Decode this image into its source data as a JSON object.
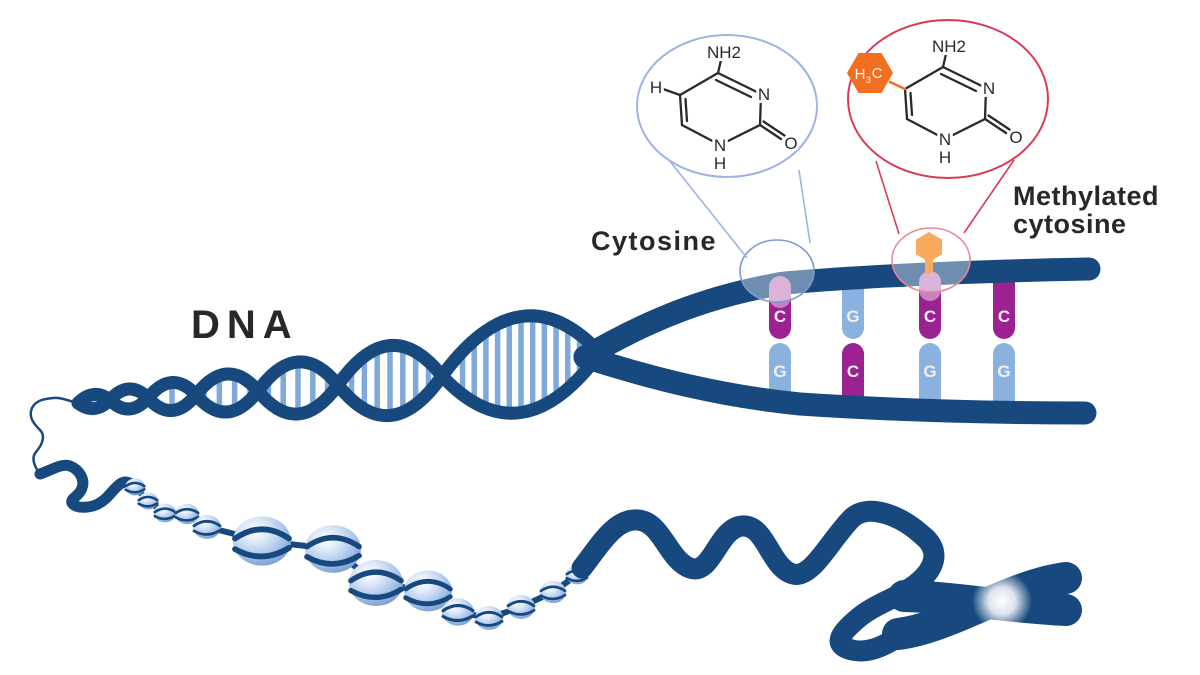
{
  "labels": {
    "dna": "DNA",
    "cytosine": "Cytosine",
    "methylated_line1": "Methylated",
    "methylated_line2": "cytosine"
  },
  "cytosine_ring": {
    "amine": "NH2",
    "n_right": "N",
    "n_bottom": "N",
    "h_bottom": "H",
    "h_side": "H",
    "oxygen": "O"
  },
  "methylated_ring": {
    "amine": "NH2",
    "n_right": "N",
    "n_bottom": "N",
    "h_bottom": "H",
    "oxygen": "O",
    "methyl": {
      "h": "H",
      "sub": "3",
      "c": "C"
    }
  },
  "base_pairs": [
    {
      "top": "C",
      "bottom": "G",
      "methylated": false
    },
    {
      "top": "G",
      "bottom": "C",
      "methylated": false
    },
    {
      "top": "C",
      "bottom": "G",
      "methylated": true
    },
    {
      "top": "C",
      "bottom": "G",
      "methylated": false
    }
  ],
  "colors": {
    "navy": "#17497f",
    "rung": "#7fa9da",
    "purple": "#9c2191",
    "pink_top": "#c583c0",
    "base_blue": "#8bb1de",
    "letter_white": "#f3eef6",
    "methyl_orange": "#f26f21",
    "methyl_peach": "#f9aa5e",
    "red_ring": "#d93b55",
    "blue_ring": "#9db5e1",
    "small_blue_ring": "#7d99cf",
    "small_red_ring": "#ec8693",
    "ink": "#2a2827",
    "background": "#ffffff"
  }
}
